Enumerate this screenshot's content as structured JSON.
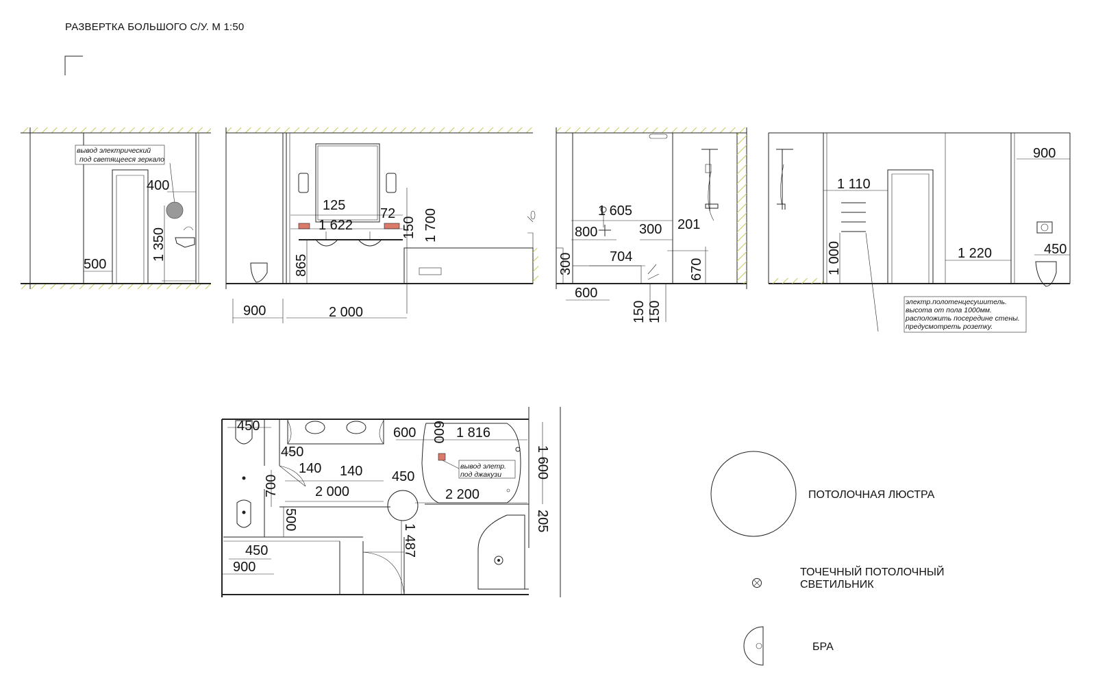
{
  "title": "РАЗВЕРТКА БОЛЬШОГО С/У. М 1:50",
  "elevation1": {
    "note_line1": "вывод электрический",
    "note_line2": "под светящееся зеркало",
    "dims": [
      "400",
      "1 350",
      "500"
    ]
  },
  "elevation2": {
    "dims": [
      "125",
      "72",
      "1 622",
      "150",
      "1 700",
      "865",
      "900",
      "2 000"
    ]
  },
  "elevation3": {
    "dims": [
      "1 605",
      "800",
      "300",
      "201",
      "704",
      "300",
      "670",
      "600",
      "150",
      "150"
    ]
  },
  "elevation4": {
    "dims": [
      "900",
      "1 110",
      "1 000",
      "1 220",
      "450"
    ],
    "note_lines": [
      "электр.полотенцесушитель.",
      "высота от пола 1000мм.",
      "расположить посередине стены.",
      "предусмотреть розетку."
    ]
  },
  "plan": {
    "dims": [
      "450",
      "450",
      "140",
      "140",
      "600",
      "600",
      "1 816",
      "450",
      "700",
      "2 000",
      "2 200",
      "1 600",
      "205",
      "500",
      "1 487",
      "450",
      "900"
    ],
    "note_line1": "вывод элетр.",
    "note_line2": "под джакузи"
  },
  "legend": {
    "items": [
      {
        "label": "ПОТОЛОЧНАЯ ЛЮСТРА"
      },
      {
        "label_line1": "ТОЧЕЧНЫЙ ПОТОЛОЧНЫЙ",
        "label_line2": "СВЕТИЛЬНИК"
      },
      {
        "label": "БРА"
      }
    ]
  },
  "colors": {
    "hatch": "#c9c95a",
    "socket": "#d97a6a",
    "line": "#222222"
  }
}
